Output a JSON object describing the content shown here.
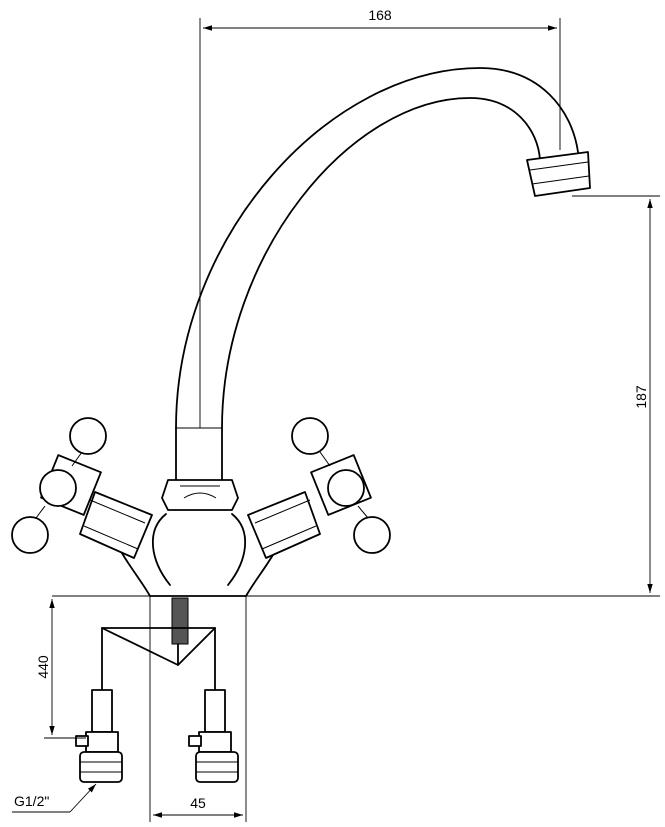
{
  "dimensions": {
    "spout_reach": "168",
    "spout_height": "187",
    "hose_length": "440",
    "thread": "G1/2\"",
    "base_spacing": "45"
  }
}
